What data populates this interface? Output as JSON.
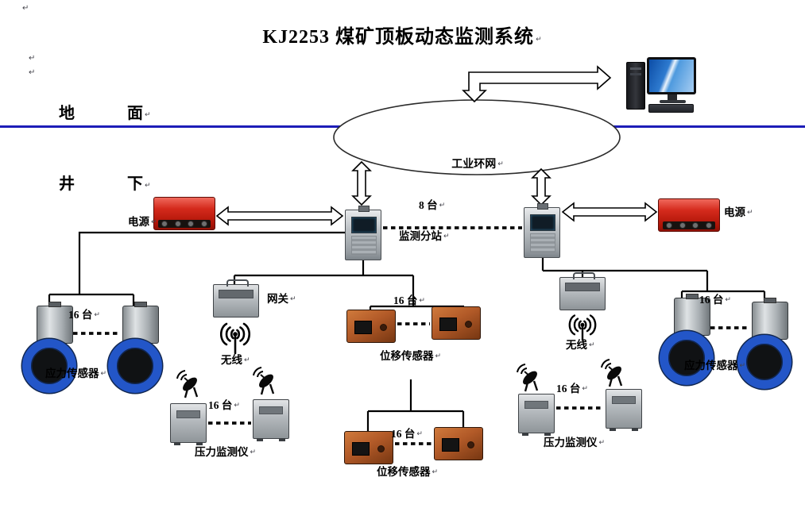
{
  "labels": {
    "title": "KJ2253 煤矿顶板动态监测系统",
    "pilcrow": "↵",
    "surface": "地      面",
    "underground": "井      下",
    "ring": "工业环网",
    "count8": "8 台",
    "substation": "监测分站",
    "power": "电源",
    "gateway": "网关",
    "wireless": "无线",
    "count16": "16 台",
    "stress": "应力传感器",
    "displacement": "位移传感器",
    "pressure": "压力监测仪"
  },
  "colors": {
    "divider_blue": "#1d1db8",
    "power_red": "#d42a1c",
    "sensor_orange": "#b25a28",
    "coil_blue": "#2356c8",
    "screen_blue": "#2e7bd0"
  }
}
